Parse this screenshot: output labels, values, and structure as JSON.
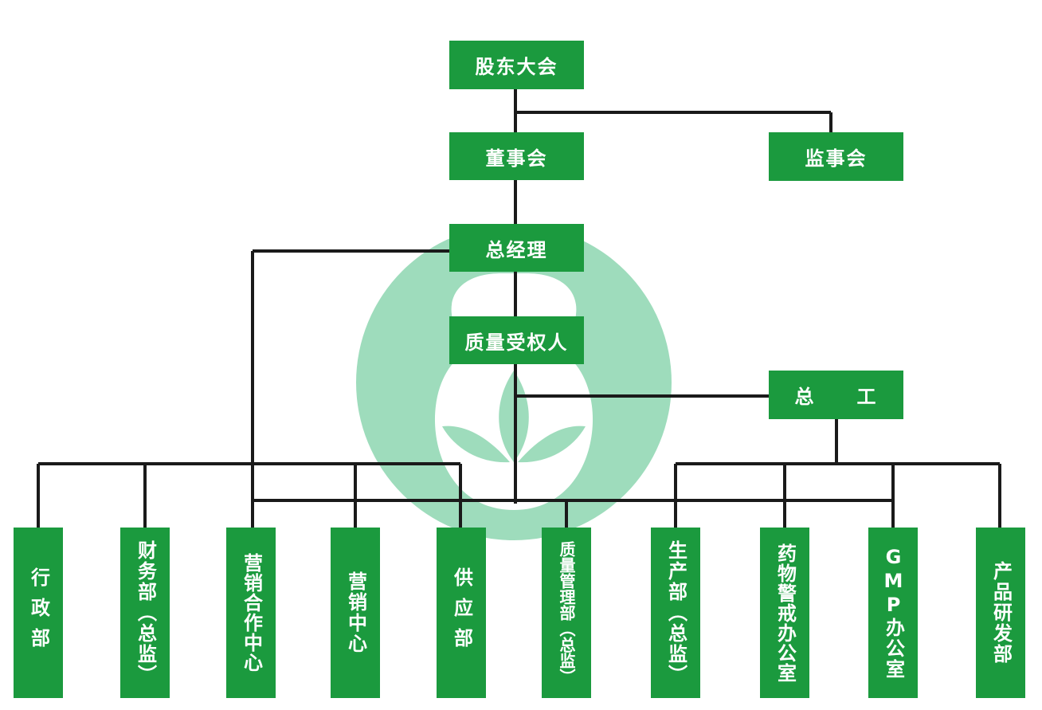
{
  "colors": {
    "box": "#1b9a3e",
    "line": "#1a1a1a",
    "watermark": "#9edcbc",
    "text": "#ffffff"
  },
  "watermark": {
    "icon": "gourd-leaf-logo"
  },
  "top_nodes": {
    "shareholders": "股东大会",
    "board": "董事会",
    "supervisors": "监事会",
    "general_manager": "总经理",
    "qa_person": "质量受权人",
    "chief_engineer": "总　　工"
  },
  "departments": [
    "行政部",
    "财务部（总监）",
    "营销合作中心",
    "营销中心",
    "供应部",
    "质量管理部（总监）",
    "生产部（总监）",
    "药物警戒办公室",
    "GMP办公室",
    "产品研发部"
  ]
}
